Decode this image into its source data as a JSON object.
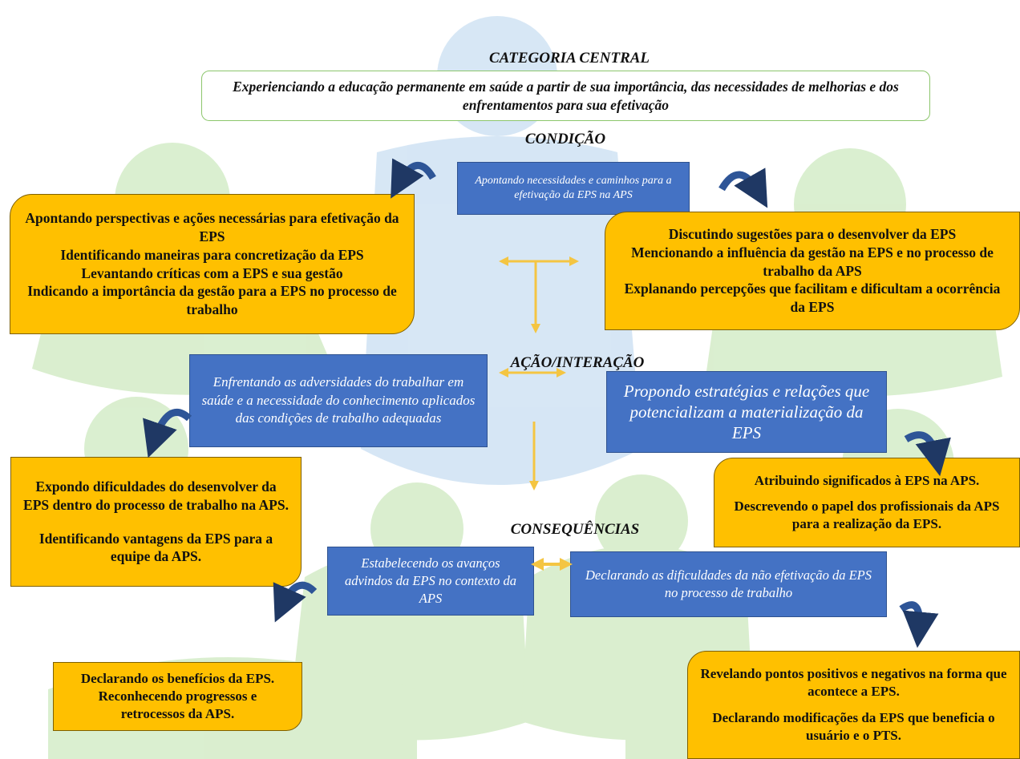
{
  "headings": {
    "central": "CATEGORIA CENTRAL",
    "condicao": "CONDIÇÃO",
    "acao": "AÇÃO/INTERAÇÃO",
    "consequencias": "CONSEQUÊNCIAS"
  },
  "central_text": "Experienciando a educação permanente em saúde a partir de sua importância, das necessidades de melhorias e dos enfrentamentos para sua efetivação",
  "condicao": {
    "blue": "Apontando necessidades e caminhos para a efetivação da EPS na APS",
    "left": [
      "Apontando perspectivas e ações necessárias para efetivação da EPS",
      "Identificando maneiras para concretização da EPS",
      "Levantando críticas com a EPS e sua gestão",
      "Indicando a importância da gestão para a EPS no processo de trabalho"
    ],
    "right": [
      "Discutindo sugestões para o desenvolver da EPS",
      "Mencionando a influência da gestão na EPS e no processo de trabalho da APS",
      "Explanando percepções que facilitam e dificultam a ocorrência da EPS"
    ]
  },
  "acao": {
    "blue_left": "Enfrentando as adversidades do trabalhar em saúde e a necessidade do conhecimento aplicados das condições de trabalho adequadas",
    "blue_right": "Propondo estratégias e relações que potencializam a materialização da EPS",
    "left": [
      "Expondo dificuldades do desenvolver da EPS dentro do processo de trabalho na APS.",
      "Identificando vantagens da EPS para a equipe da APS."
    ],
    "right": [
      "Atribuindo significados à EPS na APS.",
      "Descrevendo o papel dos profissionais da APS para a realização da EPS."
    ]
  },
  "consequencias": {
    "blue_left": "Estabelecendo os avanços advindos da EPS no contexto da APS",
    "blue_right": "Declarando as dificuldades da não efetivação da EPS no processo de trabalho",
    "left": [
      "Declarando os benefícios da EPS.",
      "Reconhecendo progressos e retrocessos da APS."
    ],
    "right": [
      "Revelando pontos positivos e negativos na forma que acontece a EPS.",
      "Declarando modificações da EPS que beneficia o usuário e o PTS."
    ]
  },
  "colors": {
    "blue_box": "#4472c4",
    "orange_box": "#ffc000",
    "central_border": "#8cc66c",
    "arrow_blue": "#1f3864",
    "connector": "#f4c542"
  }
}
